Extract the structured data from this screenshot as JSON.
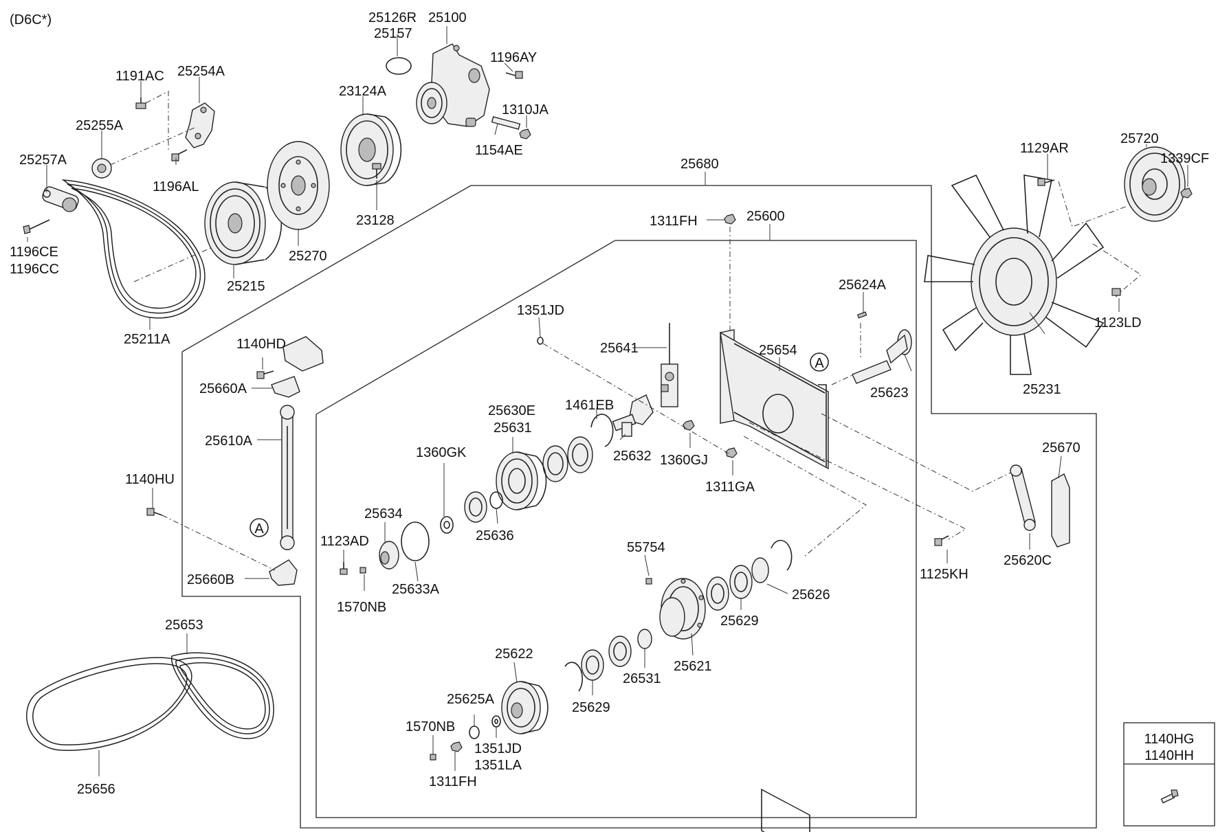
{
  "variant_label": "(D6C*)",
  "callout_marker": "A",
  "labels": {
    "p25126R": "25126R",
    "p25157": "25157",
    "p25100": "25100",
    "p1196AY": "1196AY",
    "p1310JA": "1310JA",
    "p1154AE": "1154AE",
    "p23124A": "23124A",
    "p23128": "23128",
    "p1191AC": "1191AC",
    "p25254A": "25254A",
    "p25255A": "25255A",
    "p25257A": "25257A",
    "p1196AL": "1196AL",
    "p1196CE": "1196CE",
    "p1196CC": "1196CC",
    "p25215": "25215",
    "p25270": "25270",
    "p25211A": "25211A",
    "p25680": "25680",
    "p1311FH_top": "1311FH",
    "p25600": "25600",
    "p1129AR": "1129AR",
    "p25720": "25720",
    "p1339CF": "1339CF",
    "p1123LD": "1123LD",
    "p25231": "25231",
    "p25624A": "25624A",
    "p25623": "25623",
    "p25654": "25654",
    "p1351JD_top": "1351JD",
    "p25641": "25641",
    "p1461EB": "1461EB",
    "p25632": "25632",
    "p1360GJ": "1360GJ",
    "p1311GA": "1311GA",
    "p25630E": "25630E",
    "p25631": "25631",
    "p1360GK": "1360GK",
    "p25636": "25636",
    "p25634": "25634",
    "p1123AD": "1123AD",
    "p25633A": "25633A",
    "p1570NB_a": "1570NB",
    "p1140HD": "1140HD",
    "p25660A": "25660A",
    "p25610A": "25610A",
    "p1140HU": "1140HU",
    "p25660B": "25660B",
    "p25670": "25670",
    "p25620C": "25620C",
    "p1125KH": "1125KH",
    "p55754": "55754",
    "p25626": "25626",
    "p25629_a": "25629",
    "p25621": "25621",
    "p26531": "26531",
    "p25629_b": "25629",
    "p25622": "25622",
    "p25625A": "25625A",
    "p1570NB_b": "1570NB",
    "p1351JD_b": "1351JD",
    "p1351LA": "1351LA",
    "p1311FH_b": "1311FH",
    "p25653": "25653",
    "p25656": "25656"
  },
  "legend_box": {
    "line1": "1140HG",
    "line2": "1140HH"
  },
  "icons": [
    "bolt-icon",
    "nut-icon",
    "pulley-icon",
    "bearing-icon",
    "belt-icon",
    "fan-icon",
    "bracket-icon"
  ]
}
